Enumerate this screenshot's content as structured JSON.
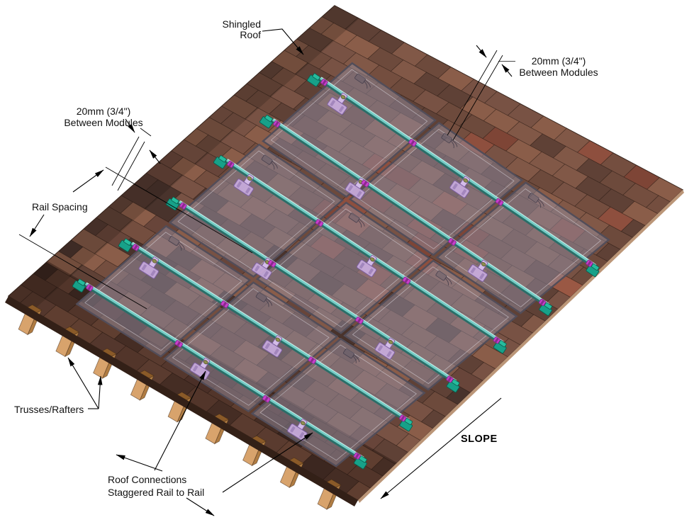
{
  "title": "Solar module mounting on shingled roof - technical diagram",
  "annotations": {
    "shingled_roof": {
      "line1": "Shingled",
      "line2": "Roof"
    },
    "between_modules_right": {
      "line1": "20mm (3/4\")",
      "line2": "Between Modules"
    },
    "between_modules_left": {
      "line1": "20mm (3/4\")",
      "line2": "Between Modules"
    },
    "rail_spacing": {
      "label": "Rail Spacing"
    },
    "trusses_rafters": {
      "label": "Trusses/Rafters"
    },
    "roof_connections": {
      "line1": "Roof Connections",
      "line2": "Staggered Rail to Rail"
    },
    "slope": {
      "label": "SLOPE"
    }
  },
  "scene": {
    "module_rows": 3,
    "module_cols": 3,
    "rails_per_row": 2,
    "rail_positions_v": [
      0.095,
      0.265,
      0.43,
      0.6,
      0.77,
      0.935
    ],
    "mid_clamp_u": [
      0.3333,
      0.6667
    ],
    "lfoot_u_per_rail": [
      [
        0.08,
        0.55
      ],
      [
        0.33,
        0.8
      ],
      [
        0.08,
        0.55
      ],
      [
        0.33,
        0.8
      ],
      [
        0.08,
        0.55
      ],
      [
        0.45,
        0.82
      ]
    ],
    "rafter_count": 9,
    "shingle_courses": 26,
    "shingle_tabs_per_course": 15
  },
  "colors": {
    "background": "#ffffff",
    "roof_base": "#6f4b3c",
    "shingle_palette": [
      "#6d4a3c",
      "#785244",
      "#815847",
      "#5f4136",
      "#8a5d49",
      "#744e3f",
      "#68453a"
    ],
    "shingle_red": [
      "#8e4f3e",
      "#9a5844",
      "#7e4536"
    ],
    "shingle_dark": [
      "#523830",
      "#49332c"
    ],
    "eave_fascia": "#332017",
    "deck_edge": "#bb9678",
    "wood_front": "#d8a36c",
    "wood_side": "#b07c42",
    "wood_top": "#8a5a28",
    "module_glass": "rgba(150,142,158,0.5)",
    "module_frame": "#524d59",
    "module_inner": "rgba(228,225,233,0.55)",
    "rail_teal": "#74ccc5",
    "rail_teal_dark": "#2a6e68",
    "rail_highlight": "#c8ece8",
    "bracket_green": "#17a189",
    "bracket_green_light": "#26bd9e",
    "clamp_magenta": "#c840cc",
    "clamp_magenta_dark": "#8a2a8e",
    "lfoot_lavender": "rgba(202,173,224,0.9)",
    "lfoot_lavender_light": "#d4bce8",
    "lfoot_outline": "#7d5fa0",
    "bolt_olive": "#8f8f4f",
    "annotation_line": "#000000"
  }
}
